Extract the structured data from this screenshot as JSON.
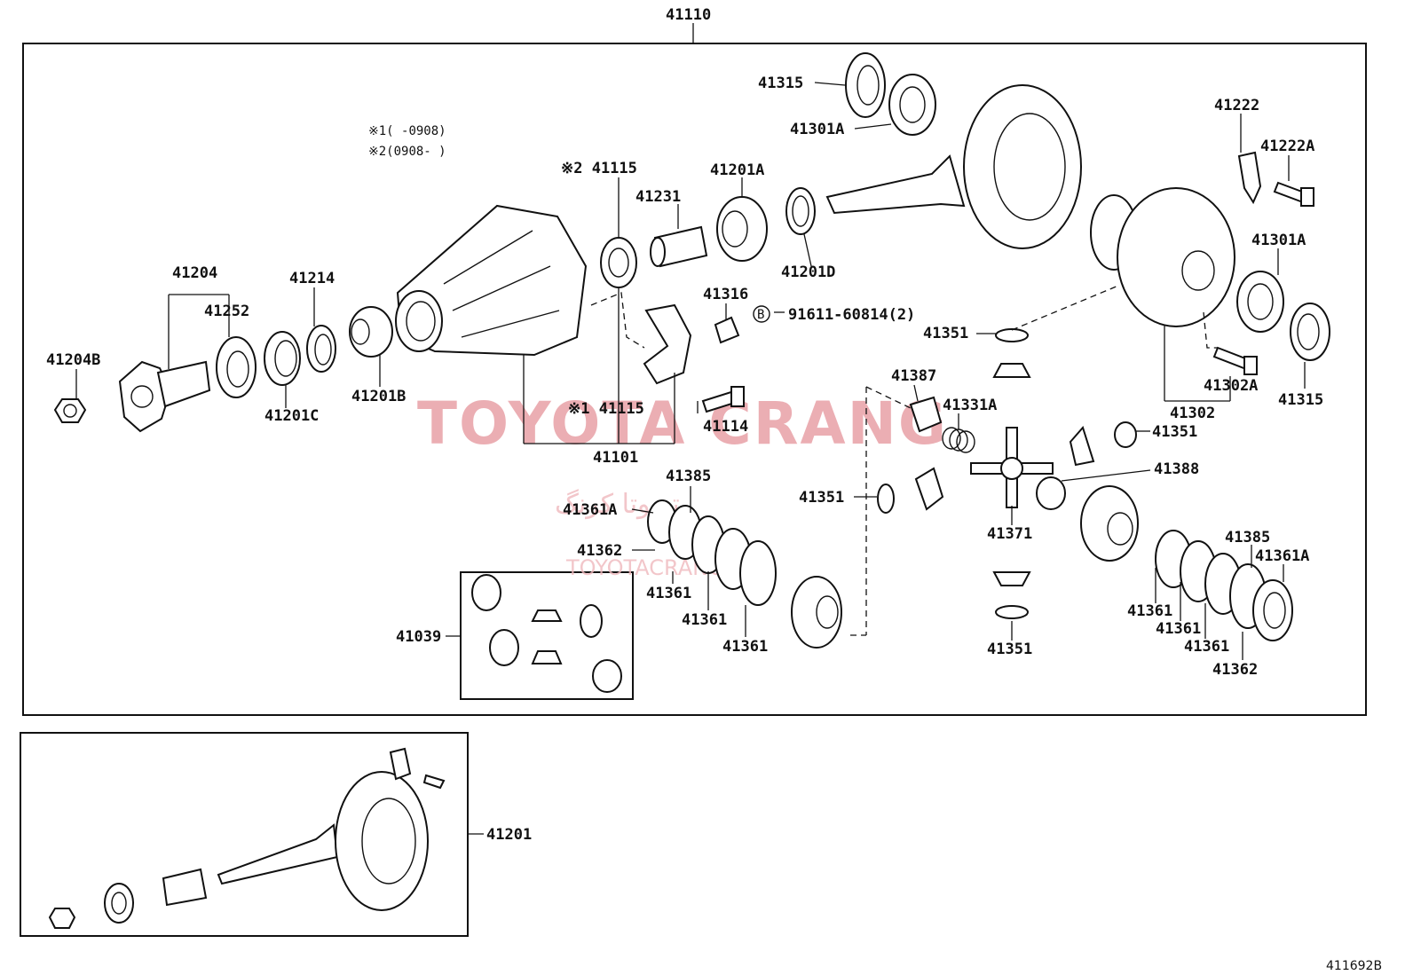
{
  "diagram": {
    "main_assembly": "41110",
    "notes": [
      "※1(   -0908)",
      "※2(0908-   )"
    ],
    "bolt_spec": "91611-60814(2)",
    "bolt_symbol": "B",
    "watermark": {
      "main": "TOYOTA CRANG",
      "persian": "تویوتا کرنگ",
      "site": "TOYOTACRANG.IR"
    },
    "labels": {
      "p41315a": "41315",
      "p41301a_top": "41301A",
      "p41222": "41222",
      "p41222a": "41222A",
      "p41115_top": "※2 41115",
      "p41201a": "41201A",
      "p41231": "41231",
      "p41201d": "41201D",
      "p41301a_right": "41301A",
      "p41204": "41204",
      "p41214": "41214",
      "p41252": "41252",
      "p41316": "41316",
      "p41351_a": "41351",
      "p41204b": "41204B",
      "p41201b": "41201B",
      "p41201c": "41201C",
      "p41387": "41387",
      "p41302a": "41302A",
      "p41315b": "41315",
      "p41331a": "41331A",
      "p41115_bottom": "※1 41115",
      "p41114": "41114",
      "p41302": "41302",
      "p41351_b": "41351",
      "p41101": "41101",
      "p41388": "41388",
      "p41385_a": "41385",
      "p41361a_a": "41361A",
      "p41351_c": "41351",
      "p41362_a": "41362",
      "p41371": "41371",
      "p41361_a": "41361",
      "p41361_b": "41361",
      "p41361_c": "41361",
      "p41385_b": "41385",
      "p41361a_b": "41361A",
      "p41361_d": "41361",
      "p41361_e": "41361",
      "p41361_f": "41361",
      "p41362_b": "41362",
      "p41039": "41039",
      "p41351_d": "41351",
      "p41201": "41201"
    },
    "figure_code": "411692B"
  }
}
